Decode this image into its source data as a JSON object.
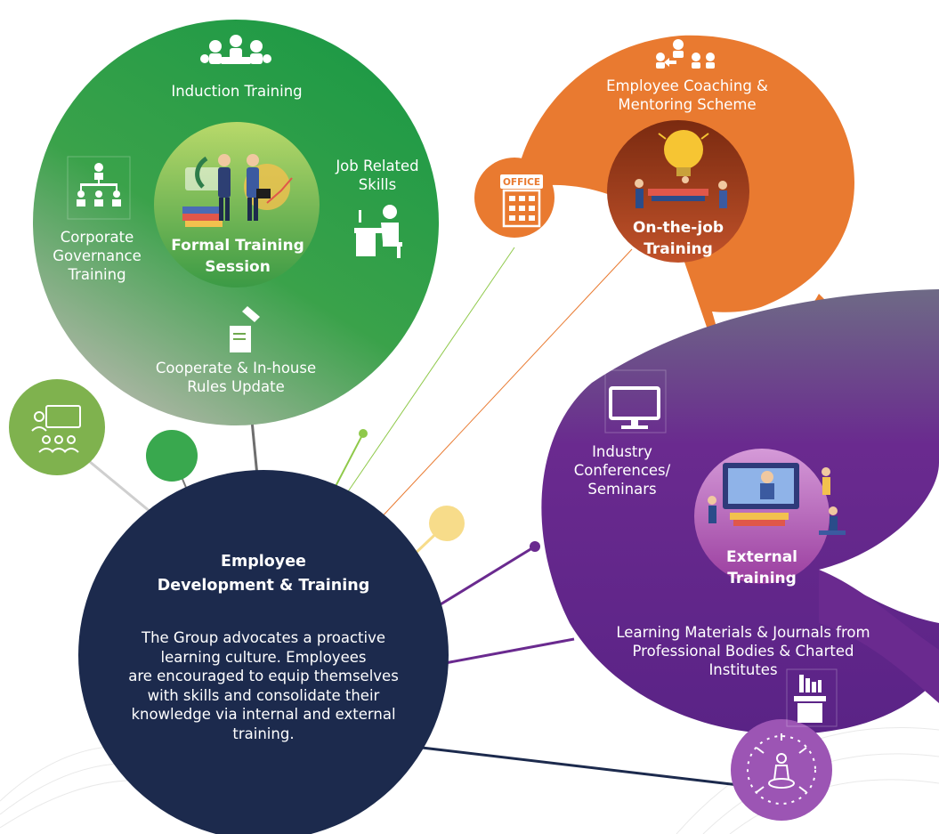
{
  "colors": {
    "green": "#2e9e49",
    "green_light": "#8fc94a",
    "orange": "#e97a30",
    "orange_dark": "#b4481a",
    "purple": "#6a2a8f",
    "purple_light": "#9a4cb3",
    "navy": "#1c2a4d",
    "yellow": "#f7dc8a",
    "grey_line": "#6e6e6e"
  },
  "central": {
    "title_lines": [
      "Employee",
      "Development & Training"
    ],
    "body_lines": [
      "The Group advocates a proactive",
      "learning culture. Employees",
      "are encouraged to equip themselves",
      "with skills and consolidate their",
      "knowledge via internal and external",
      "training."
    ]
  },
  "formal": {
    "title_lines": [
      "Formal Training",
      "Session"
    ],
    "induction_label": "Induction Training",
    "job_skills_lines": [
      "Job Related",
      "Skills"
    ],
    "governance_lines": [
      "Corporate",
      "Governance",
      "Training"
    ],
    "rules_lines": [
      "Cooperate & In-house",
      "Rules Update"
    ]
  },
  "ojt": {
    "title_lines": [
      "On-the-job",
      "Training"
    ],
    "coaching_lines": [
      "Employee Coaching &",
      "Mentoring Scheme"
    ],
    "office_sign": "OFFICE"
  },
  "external": {
    "title_lines": [
      "External",
      "Training"
    ],
    "conferences_lines": [
      "Industry",
      "Conferences/",
      "Seminars"
    ],
    "materials_lines": [
      "Learning Materials & Journals from",
      "Professional Bodies & Charted",
      "Institutes"
    ]
  },
  "icons": [
    "meeting-icon",
    "hierarchy-icon",
    "desk-worker-icon",
    "document-pin-icon",
    "presentation-icon",
    "coaching-icon",
    "office-building-icon",
    "monitor-icon",
    "books-icon",
    "self-development-icon",
    "handshake-illustration-icon",
    "lightbulb-illustration-icon",
    "online-learning-illustration-icon"
  ]
}
